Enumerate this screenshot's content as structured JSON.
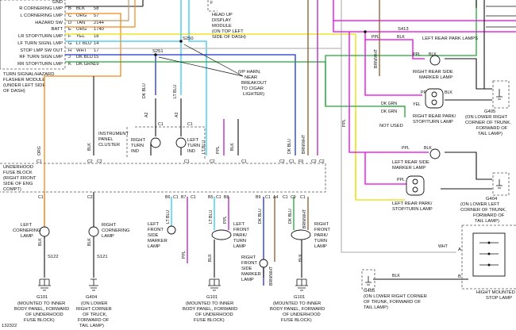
{
  "flasher": {
    "pins": [
      "GND",
      "R CORNERING LMP",
      "L CORNERING LMP",
      "HAZARD SW",
      "BATT",
      "LR STOP/TURN LMP",
      "LF TURN SIGNL LMP",
      "STOP LMP SW OUT",
      "RF TURN SIGN LMP",
      "RR STOP/TURN LMP"
    ],
    "pin_letters": [
      "B",
      "C",
      "D",
      "E",
      "F",
      "G",
      "H",
      "J",
      "K"
    ],
    "wire_colors": [
      "BLK",
      "ORG",
      "TAN",
      "ORG",
      "YEL",
      "LT BLU",
      "WHT",
      "DK BLU",
      "DK GRN"
    ],
    "circuits": [
      "58",
      "57",
      "2144",
      "1740",
      "18",
      "14",
      "17",
      "15",
      "19"
    ],
    "caption": [
      "TURN SIGNAL/HAZARD",
      "FLASHER MODULE",
      "(UNDER LEFT SIDE",
      "OF DASH)"
    ]
  },
  "hud": {
    "pin": "F",
    "label": [
      "HEAD UP",
      "DISPLAY",
      "MODULE",
      "(ON TOP LEFT",
      "SIDE OF DASH)"
    ]
  },
  "splices": {
    "s250": "S250",
    "s251": "S251",
    "s413": "S413",
    "s121": "S121",
    "s122": "S122"
  },
  "breakout": [
    "(I/P HARN,",
    "NEAR",
    "BREAKOUT",
    "TO CIGAR",
    "LIGHTER)"
  ],
  "cluster": {
    "label": [
      "INSTRUMENT",
      "PANEL",
      "CLUSTER"
    ],
    "right_ind": [
      "RIGHT",
      "TURN",
      "IND"
    ],
    "left_ind": [
      "LEFT",
      "TURN",
      "IND"
    ],
    "pins": [
      "A2",
      "C1",
      "A3",
      "C1"
    ],
    "wires": [
      "DK BLU",
      "LT BLU"
    ]
  },
  "fuse_block": {
    "label": [
      "UNDERHOOD",
      "FUSE BLOCK",
      "(RIGHT FRONT",
      "SIDE OF ENG",
      "COMPT)"
    ],
    "top_pins": [
      "C1",
      "C2",
      "C2",
      "C1",
      "C2",
      "C1",
      "C2",
      "C1",
      "F9",
      "C2",
      "C2"
    ],
    "bottom_pins": [
      "C1",
      "C2",
      "B6",
      "C1",
      "B7",
      "C1",
      "B5",
      "C1",
      "B8",
      "B9",
      "C1",
      "A4",
      "C1",
      "C9",
      "C1"
    ]
  },
  "wires": {
    "org": "ORG",
    "blk": "BLK",
    "dk_blu": "DK BLU",
    "lt_blu": "LT BLU",
    "ppl": "PPL",
    "brn_wht": "BRN/WHT",
    "dk_grn": "DK GRN",
    "yel": "YEL",
    "wht": "WHT"
  },
  "front_lamps": {
    "left_cornering": [
      "LEFT",
      "CORNERING",
      "LAMP"
    ],
    "right_cornering": [
      "RIGHT",
      "CORNERING",
      "LAMP"
    ],
    "left_side_marker": [
      "LEFT",
      "FRONT",
      "SIDE",
      "MARKER",
      "LAMP"
    ],
    "left_park_turn": [
      "LEFT",
      "FRONT",
      "PARK/",
      "TURN",
      "LAMP"
    ],
    "right_side_marker": [
      "RIGHT",
      "FRONT",
      "SIDE",
      "MARKER",
      "LAMP"
    ],
    "right_park_turn": [
      "RIGHT",
      "FRONT",
      "PARK/",
      "TURN",
      "LAMP"
    ]
  },
  "grounds": {
    "g101_a": {
      "id": "G101",
      "desc": [
        "(MOUNTED TO INNER",
        "BODY PANEL, FORWARD",
        "OF UNDERHOOD",
        "FUSE BLOCK)"
      ]
    },
    "g404": {
      "id": "G404",
      "desc": [
        "(ON LOWER",
        "RIGHT CORNER",
        "OF TRUCK,",
        "FORWARD OF",
        "TAIL LAMP)"
      ]
    },
    "g101_b": {
      "id": "G101",
      "desc": [
        "(MOUNTED TO INNER",
        "BODY PANEL, FORWARD",
        "OF UNDERHOOD",
        "FUSE BLOCK)"
      ]
    },
    "g101_c": {
      "id": "G101",
      "desc": [
        "(MOUNTED TO INNER",
        "BODY PANEL, FORWARD",
        "OF UNDERHOOD",
        "FUSE BLOCK)"
      ]
    },
    "g405_r": {
      "id": "G405",
      "desc": [
        "(ON LOWER RIGHT",
        "CORNER OF TRUNK,",
        "FORWARD OF",
        "TAIL LAMP)"
      ]
    },
    "g404_r": {
      "id": "G404",
      "desc": [
        "(ON LOWER LEFT",
        "CORNER OF TRUNK,",
        "FORWARD OF",
        "TAIL LAMP)"
      ]
    },
    "g405_b": {
      "id": "G405",
      "desc": [
        "(ON LOWER RIGHT CORNER",
        "OF TRUNK, FORWARD OF",
        "TAIL LAMP)"
      ]
    }
  },
  "rear_lamps": {
    "left_rear_park": "LEFT REAR PARK LAMPS",
    "right_rear_side_marker": [
      "RIGHT REAR SIDE",
      "MARKER LAMP"
    ],
    "right_rear_park": [
      "RIGHT REAR PARK/",
      "STOP/TURN LAMP"
    ],
    "left_rear_side_marker": [
      "LEFT REAR SIDE",
      "MARKER LAMP"
    ],
    "left_rear_park_stop": [
      "LEFT REAR PARK/",
      "STOP/TURN LAMP"
    ],
    "high_mount": [
      "HIGHT MOUNTED",
      "STOP LAMP"
    ],
    "not_used": "NOT USED",
    "pin_a": "A",
    "pin_b": "B"
  },
  "figure_id": "132322"
}
